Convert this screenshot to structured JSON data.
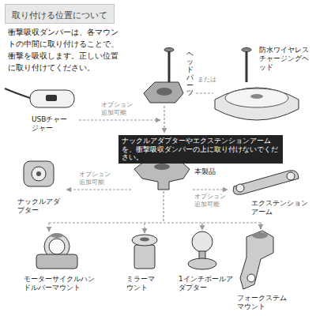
{
  "diagram": {
    "title": "取り付ける位置について",
    "nodes": [
      {
        "text": [
          "ナックルアダプターやエクステンションアームを、衝撃吸収ダンパーの上に取り付けないでください。"
        ]
      }
    ],
    "labels": [
      "衝撃吸収ダンパーは、各マウントの中間に取り付けることで、衝撃を吸収します。正しい位置に取り付けてください。",
      "ヘッドパーツ",
      "または",
      "防水ワイヤレスチャージングヘッド",
      "USBチャージャー",
      "オプション追加可能",
      "本製品",
      "ナックルアダプター",
      "オプション追加可能",
      "オプション追加可能",
      "エクステンションアーム",
      "モーターサイクルハンドルバーマウント",
      "ミラーマウント",
      "1インチボールアダプター",
      "フォークステムマウント"
    ]
  }
}
